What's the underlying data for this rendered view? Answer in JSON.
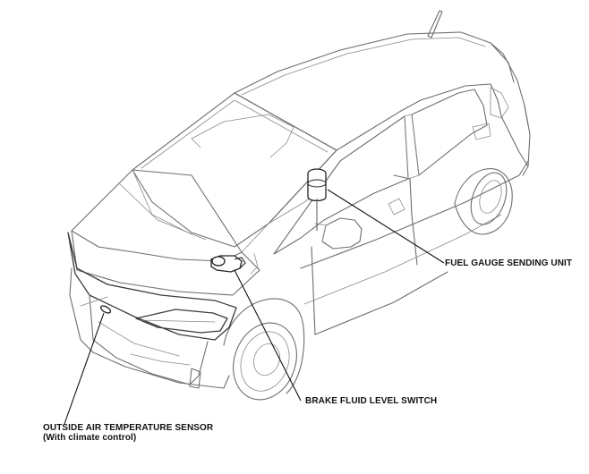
{
  "callouts": {
    "fuel_gauge": "FUEL GAUGE SENDING UNIT",
    "brake_fluid": "BRAKE FLUID LEVEL SWITCH",
    "outside_air": "OUTSIDE AIR TEMPERATURE SENSOR",
    "outside_air_note": "(With climate control)"
  }
}
